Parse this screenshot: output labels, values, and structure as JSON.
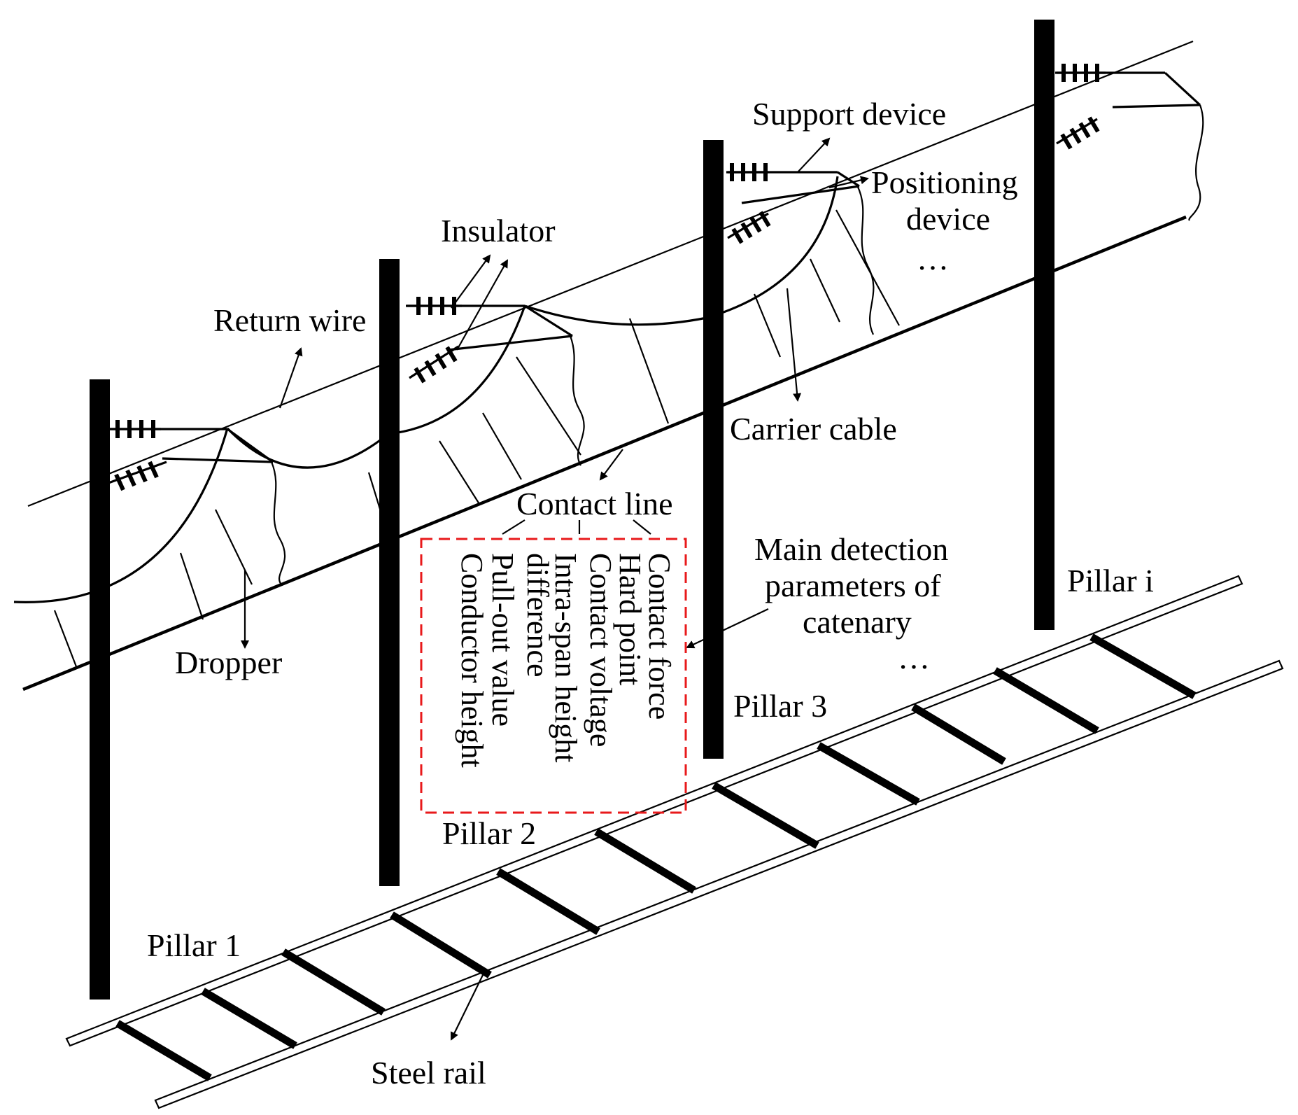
{
  "labels": {
    "support_device": "Support device",
    "positioning_device_line1": "Positioning",
    "positioning_device_line2": "device",
    "insulator": "Insulator",
    "return_wire": "Return wire",
    "carrier_cable": "Carrier cable",
    "contact_line": "Contact line",
    "dropper": "Dropper",
    "main_detection_line1": "Main detection",
    "main_detection_line2": "parameters of",
    "main_detection_line3": "catenary",
    "steel_rail": "Steel rail",
    "ellipsis": "…"
  },
  "pillars": [
    "Pillar 1",
    "Pillar 2",
    "Pillar 3",
    "Pillar i"
  ],
  "parameters": [
    "Contact force",
    "Hard point",
    "Contact voltage",
    "Intra-span height",
    "difference",
    "Pull-out value",
    "Conductor height"
  ],
  "colors": {
    "line": "#000000",
    "highlight_box": "#e8191b",
    "background": "#ffffff"
  }
}
